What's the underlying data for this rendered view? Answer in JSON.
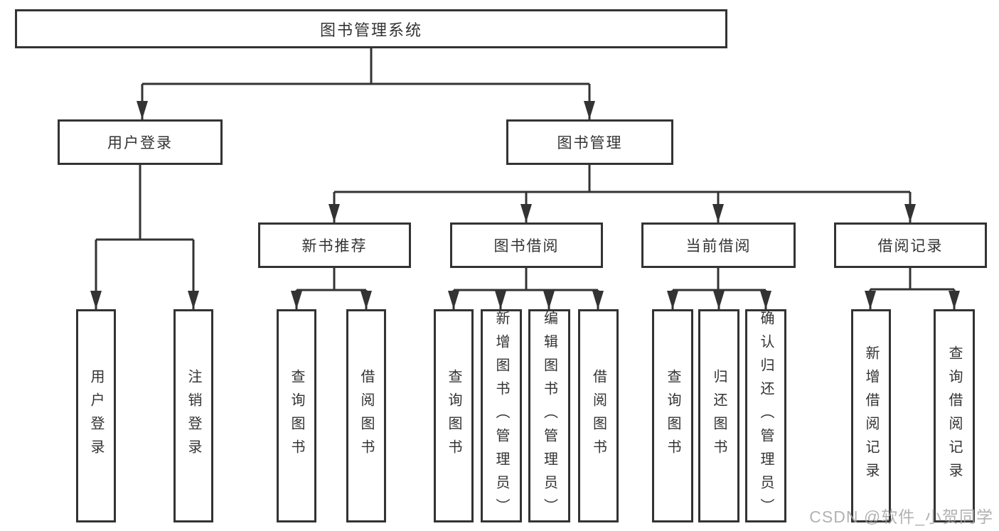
{
  "diagram": {
    "root": "图书管理系统",
    "level2": {
      "user_login": "用户登录",
      "book_mgmt": "图书管理"
    },
    "level3": {
      "new_books": "新书推荐",
      "borrow": "图书借阅",
      "current": "当前借阅",
      "records": "借阅记录"
    },
    "leaves": {
      "a1": "用户登录",
      "a2": "注销登录",
      "b1": "查询图书",
      "b2": "借阅图书",
      "c1": "查询图书",
      "c2": "新增图书（管理员）",
      "c3": "编辑图书（管理员）",
      "c4": "借阅图书",
      "d1": "查询图书",
      "d2": "归还图书",
      "d3": "确认归还（管理员）",
      "e1": "新增借阅记录",
      "e2": "查询借阅记录"
    },
    "watermark": "CSDN @软件_小贺同学",
    "colors": {
      "line": "#333333",
      "text": "#333333",
      "background": "#ffffff",
      "watermark": "#a4a4a4"
    }
  }
}
